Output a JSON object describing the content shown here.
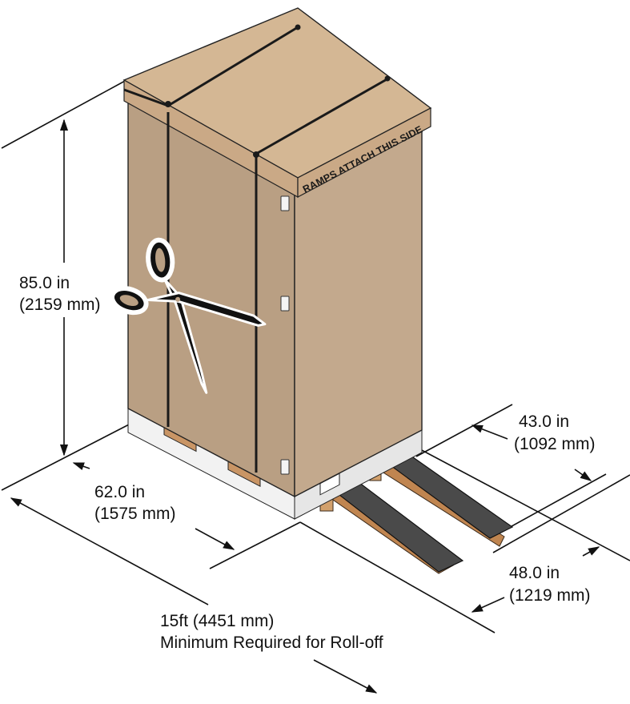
{
  "crate": {
    "label": "RAMPS ATTACH THIS SIDE"
  },
  "dimensions": {
    "height": {
      "value": "85.0 in",
      "metric": "(2159 mm)"
    },
    "depth": {
      "value": "62.0 in",
      "metric": "(1575 mm)"
    },
    "width_top": {
      "value": "43.0 in",
      "metric": "(1092 mm)"
    },
    "width_bottom": {
      "value": "48.0 in",
      "metric": "(1219 mm)"
    },
    "rolloff": {
      "value": "15ft (4451 mm)",
      "note": "Minimum Required for Roll-off"
    }
  },
  "icons": {
    "cut": "scissors-icon"
  },
  "colors": {
    "carton_front": "#b99f83",
    "carton_side": "#c3a98d",
    "carton_top": "#d4b794",
    "strap": "#1a1a1a",
    "ramp_surface": "#4a4a4a",
    "ramp_wood": "#c08550",
    "pallet": "#f2f2f2"
  }
}
